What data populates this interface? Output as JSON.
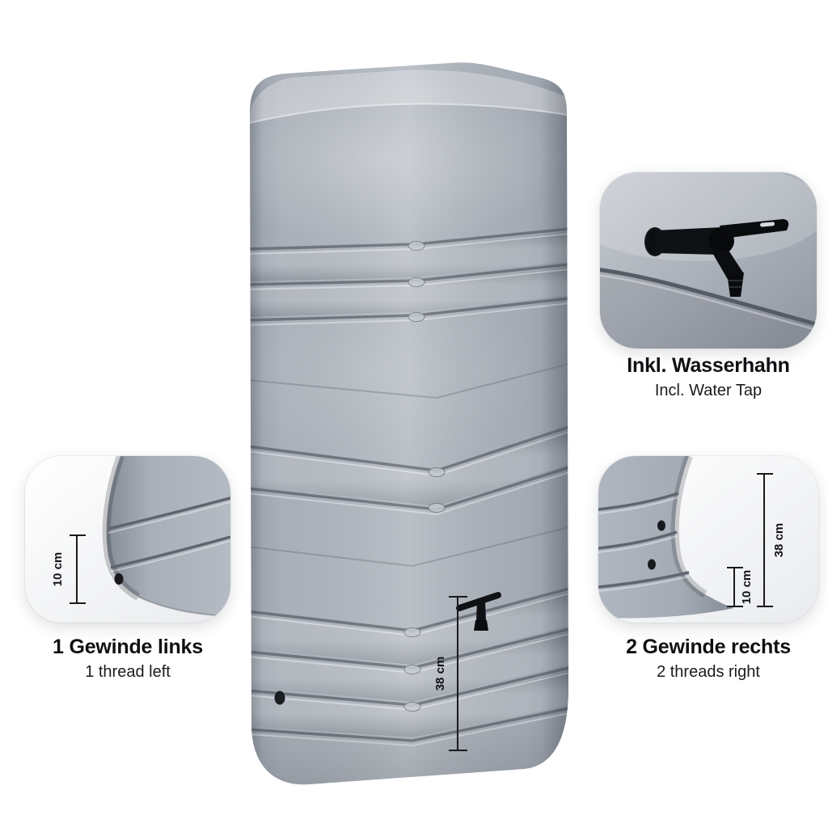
{
  "colors": {
    "tank_gray": "#a9afb8",
    "hardware_black": "#121316",
    "background": "#ffffff"
  },
  "hero": {
    "dimension_label": "38 cm"
  },
  "callouts": {
    "tap": {
      "title": "Inkl. Wasserhahn",
      "subtitle": "Incl. Water Tap"
    },
    "left_thread": {
      "title": "1 Gewinde links",
      "subtitle": "1 thread left",
      "dimension_label": "10 cm"
    },
    "right_thread": {
      "title": "2 Gewinde rechts",
      "subtitle": "2 threads right",
      "dimension_height": "38 cm",
      "dimension_segment": "10 cm"
    }
  }
}
